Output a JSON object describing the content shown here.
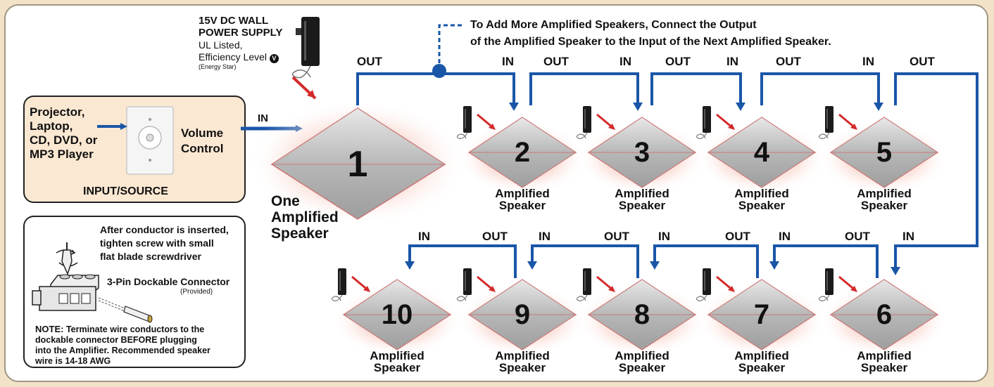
{
  "power_supply": {
    "title_line1": "15V DC WALL",
    "title_line2": "POWER SUPPLY",
    "line3": "UL Listed,",
    "line4": "Efficiency Level",
    "line4_mark": "V",
    "line5": "(Energy Star)"
  },
  "chain_note": {
    "line1": "To Add More Amplified Speakers, Connect the Output",
    "line2": "of the Amplified Speaker to the Input of the Next Amplified Speaker."
  },
  "source": {
    "devices": [
      "Projector,",
      "Laptop,",
      "CD, DVD, or",
      "MP3 Player"
    ],
    "volume_line1": "Volume",
    "volume_line2": "Control",
    "caption": "INPUT/SOURCE",
    "in_label": "IN"
  },
  "connector": {
    "instruction": [
      "After conductor is inserted,",
      "tighten screw with small",
      "flat blade screwdriver"
    ],
    "name": "3-Pin Dockable Connector",
    "provided": "(Provided)",
    "note_label": "NOTE:",
    "note_lines": [
      "Terminate wire conductors to the",
      "dockable connector BEFORE plugging",
      "into the Amplifier.  Recommended speaker",
      "wire is 14-18 AWG"
    ]
  },
  "main_speaker": {
    "number": "1",
    "label_lines": [
      "One",
      "Amplified",
      "Speaker"
    ]
  },
  "io_labels": {
    "out": "OUT",
    "in": "IN"
  },
  "speakers": [
    {
      "number": "2",
      "line1": "Amplified",
      "line2": "Speaker"
    },
    {
      "number": "3",
      "line1": "Amplified",
      "line2": "Speaker"
    },
    {
      "number": "4",
      "line1": "Amplified",
      "line2": "Speaker"
    },
    {
      "number": "5",
      "line1": "Amplified",
      "line2": "Speaker"
    },
    {
      "number": "6",
      "line1": "Amplified",
      "line2": "Speaker"
    },
    {
      "number": "7",
      "line1": "Amplified",
      "line2": "Speaker"
    },
    {
      "number": "8",
      "line1": "Amplified",
      "line2": "Speaker"
    },
    {
      "number": "9",
      "line1": "Amplified",
      "line2": "Speaker"
    },
    {
      "number": "10",
      "line1": "Amplified",
      "line2": "Speaker"
    }
  ],
  "colors": {
    "wire": "#1a56a8",
    "plug_arrow": "#d42a2a",
    "source_panel": "#fbe8d2",
    "background": "#f2e3c8"
  }
}
